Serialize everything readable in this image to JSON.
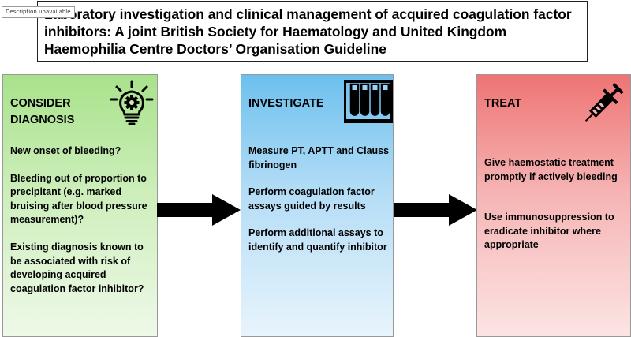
{
  "badge": "Description unavailable",
  "title": "Laboratory investigation and clinical management of acquired coagulation factor inhibitors: A joint British Society for Haematology and United Kingdom Haemophilia Centre Doctors’ Organisation Guideline",
  "panels": [
    {
      "heading": "CONSIDER DIAGNOSIS",
      "icon": "lightbulb-gear-icon",
      "color": "#a9e28b",
      "items": [
        "New onset of bleeding?",
        "Bleeding out of proportion to precipitant (e.g. marked bruising after blood pressure measurement)?",
        "Existing diagnosis known to be associated with risk of developing acquired coagulation factor inhibitor?"
      ]
    },
    {
      "heading": "INVESTIGATE",
      "icon": "test-tubes-icon",
      "color": "#6cc0ee",
      "items": [
        "Measure PT, APTT and Clauss fibrinogen",
        "Perform coagulation factor assays guided by results",
        "Perform additional assays to identify and quantify inhibitor"
      ]
    },
    {
      "heading": "TREAT",
      "icon": "syringe-icon",
      "color": "#ee7474",
      "items": [
        "Give haemostatic treatment promptly if actively bleeding",
        "Use immunosuppression to eradicate inhibitor where appropriate"
      ]
    }
  ]
}
